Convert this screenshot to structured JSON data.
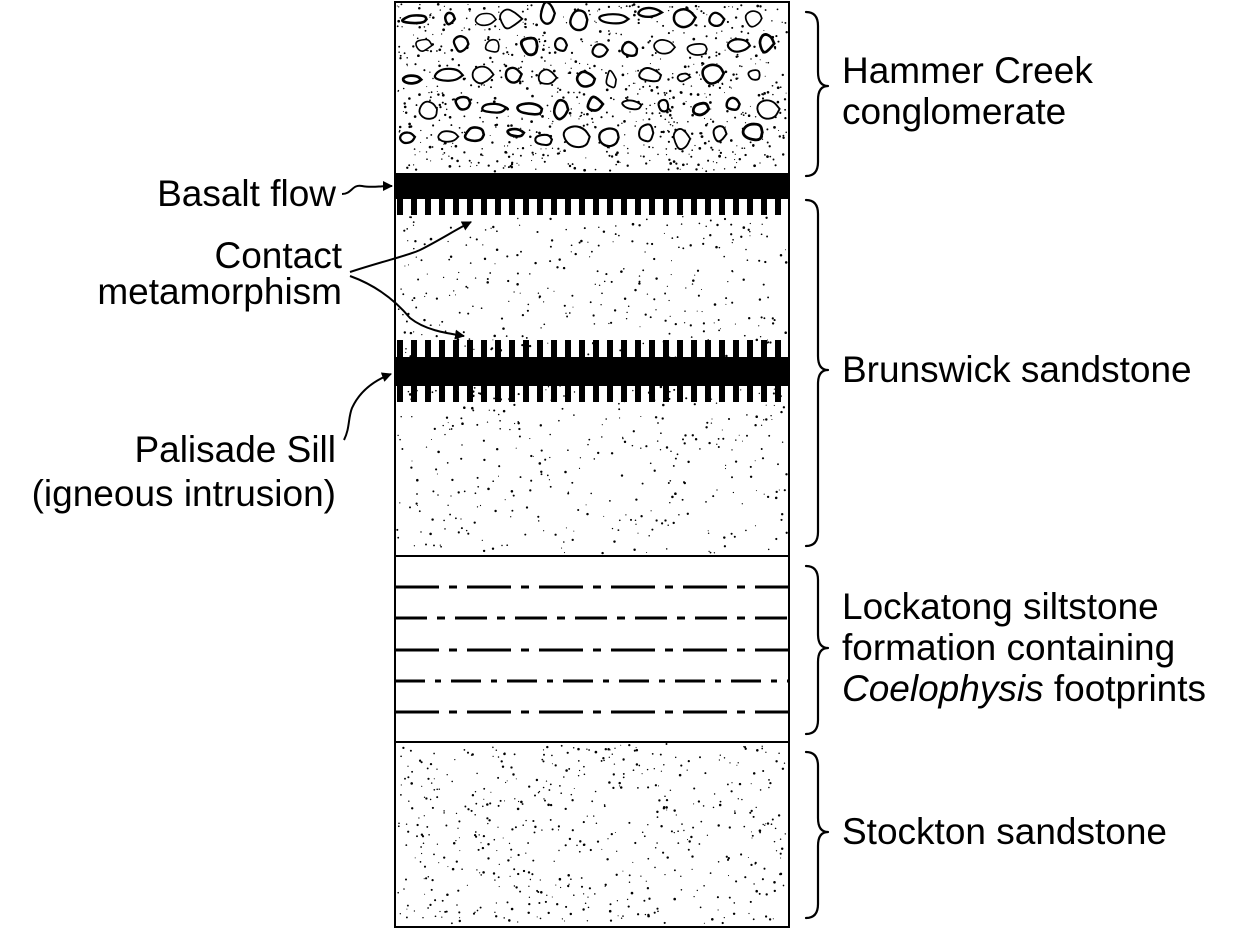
{
  "layers": [
    {
      "id": "hammer",
      "label_lines": [
        "Hammer Creek",
        "conglomerate"
      ]
    },
    {
      "id": "brunswick",
      "label_lines": [
        "Brunswick sandstone"
      ]
    },
    {
      "id": "lockatong",
      "label_lines": [
        "Lockatong siltstone",
        "formation containing"
      ],
      "italic_part": "Coelophysis",
      "trailing_part": " footprints"
    },
    {
      "id": "stockton",
      "label_lines": [
        "Stockton sandstone"
      ]
    }
  ],
  "annotations": {
    "basalt": "Basalt flow",
    "contact_1": "Contact",
    "contact_2": "metamorphism",
    "palisade_1": "Palisade Sill",
    "palisade_2": "(igneous intrusion)"
  }
}
